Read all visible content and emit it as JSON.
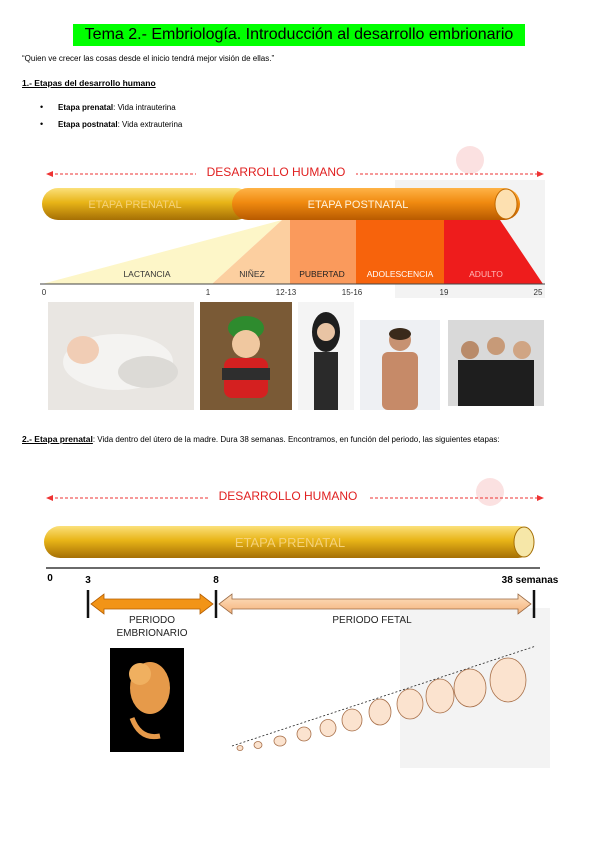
{
  "title": "Tema 2.- Embriología. Introducción al desarrollo embrionario",
  "quote": "“Quien ve crecer las cosas desde el inicio tendrá mejor visión de ellas.”",
  "section1": {
    "heading": "1.- Etapas del desarrollo humano",
    "bullets": [
      {
        "label": "Etapa prenatal",
        "text": ": Vida intrauterina"
      },
      {
        "label": "Etapa postnatal",
        "text": ": Vida extrauterina"
      }
    ]
  },
  "diagram1": {
    "header": "DESARROLLO HUMANO",
    "bar_prenatal": "ETAPA PRENATAL",
    "bar_postnatal": "ETAPA POSTNATAL",
    "stages": [
      "LACTANCIA",
      "NIÑEZ",
      "PUBERTAD",
      "ADOLESCENCIA",
      "ADULTO"
    ],
    "ticks": [
      "0",
      "1",
      "12-13",
      "15-16",
      "19",
      "25"
    ],
    "colors": {
      "lactancia": "#fdf6c8",
      "ninez": "#fccfa0",
      "pubertad": "#fa9a5c",
      "adolescencia": "#f7630c",
      "adulto": "#ee1c1c"
    }
  },
  "section2": {
    "heading": "2.- Etapa prenatal",
    "text": ": Vida dentro del útero de la madre. Dura 38 semanas. Encontramos, en función del periodo, las siguientes etapas:"
  },
  "diagram2": {
    "header": "DESARROLLO HUMANO",
    "bar": "ETAPA PRENATAL",
    "ticks": [
      "0",
      "3",
      "8",
      "38 semanas"
    ],
    "period_embrionario": [
      "PERIODO",
      "EMBRIONARIO"
    ],
    "period_fetal": "PERIODO FETAL"
  }
}
